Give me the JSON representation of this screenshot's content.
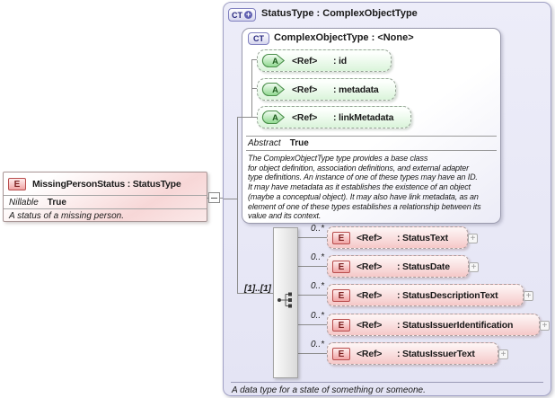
{
  "root_element": {
    "badge": "E",
    "title": "MissingPersonStatus : StatusType",
    "property_name": "Nillable",
    "property_value": "True",
    "annotation": "A status of a missing person."
  },
  "type_panel": {
    "badge": "CT",
    "title": "StatusType : ComplexObjectType",
    "annotation": "A data type for a state of something or someone.",
    "base_type": {
      "badge": "CT",
      "title": "ComplexObjectType : <None>",
      "attributes": [
        {
          "badge": "A",
          "ref": "<Ref>",
          "name": ": id"
        },
        {
          "badge": "A",
          "ref": "<Ref>",
          "name": ": metadata"
        },
        {
          "badge": "A",
          "ref": "<Ref>",
          "name": ": linkMetadata"
        }
      ],
      "property_name": "Abstract",
      "property_value": "True",
      "annotation": "The ComplexObjectType type provides a base class\nfor object definition, association definitions, and external adapter\ntype definitions. An instance of one of these types may have an ID.\nIt may have metadata as it establishes the existence of an object\n(maybe a conceptual object). It may also have link metadata, as an\nelement of one of these types establishes a relationship between its\nvalue and its context."
    },
    "content_model": {
      "cardinality": "[1]..[1]",
      "expand_symbol": "+",
      "elements": [
        {
          "badge": "E",
          "occurs": "0..*",
          "ref": "<Ref>",
          "name": ": StatusText"
        },
        {
          "badge": "E",
          "occurs": "0..*",
          "ref": "<Ref>",
          "name": ": StatusDate"
        },
        {
          "badge": "E",
          "occurs": "0..*",
          "ref": "<Ref>",
          "name": ": StatusDescriptionText"
        },
        {
          "badge": "E",
          "occurs": "0..*",
          "ref": "<Ref>",
          "name": ": StatusIssuerIdentification"
        },
        {
          "badge": "E",
          "occurs": "0..*",
          "ref": "<Ref>",
          "name": ": StatusIssuerText"
        }
      ]
    }
  },
  "colors": {
    "element_fill": "#f5c8c8",
    "element_border": "#b84c4c",
    "attribute_fill": "#daf4da",
    "attribute_border": "#4a8f4a",
    "type_panel_fill": "#e9e9f7",
    "type_badge_border": "#8080bf",
    "connector": "#8c8c8c"
  }
}
